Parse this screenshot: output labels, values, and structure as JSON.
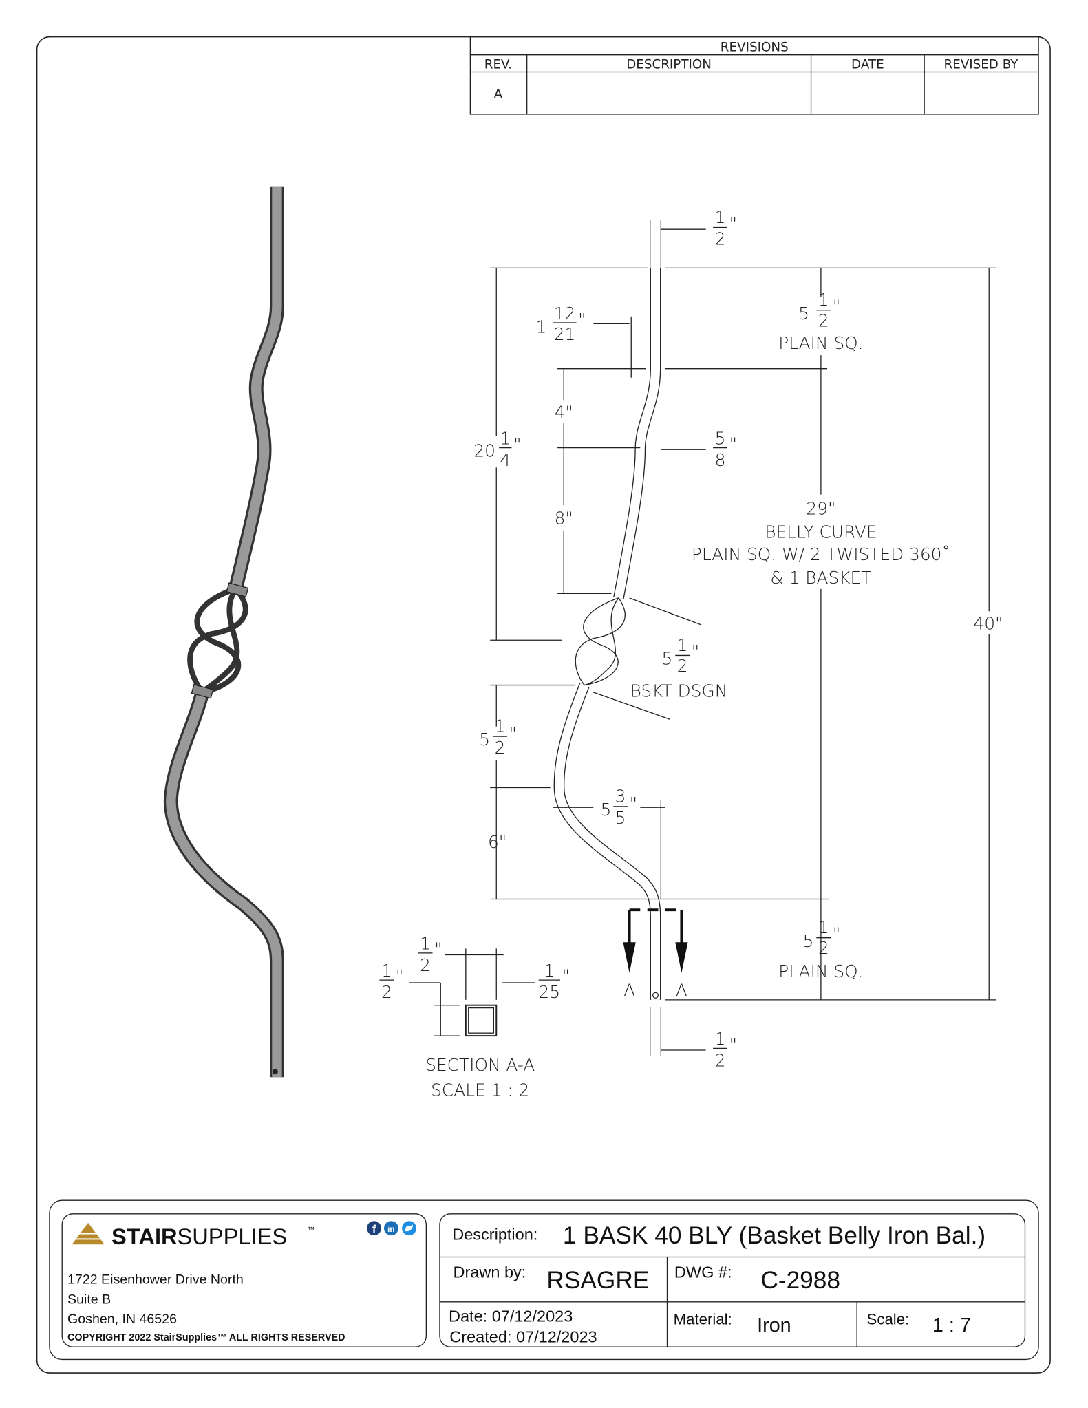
{
  "revisions": {
    "title": "REVISIONS",
    "headers": [
      "REV.",
      "DESCRIPTION",
      "DATE",
      "REVISED BY"
    ],
    "rows": [
      {
        "rev": "A",
        "description": "",
        "date": "",
        "revised_by": ""
      }
    ]
  },
  "dims": {
    "top_width": {
      "num": "1",
      "den": "2"
    },
    "top_plain": {
      "whole": "5",
      "num": "1",
      "den": "2",
      "label": "PLAIN SQ."
    },
    "offset_top": {
      "whole": "1",
      "num": "12",
      "den": "21"
    },
    "left_overall": {
      "whole": "20",
      "num": "1",
      "den": "4"
    },
    "seg_4": "4\"",
    "twist_width": {
      "num": "5",
      "den": "8"
    },
    "seg_8": "8\"",
    "belly": {
      "value": "29\"",
      "line1": "BELLY CURVE",
      "line2": "PLAIN SQ. W/ 2 TWISTED 360˚",
      "line3": "& 1 BASKET"
    },
    "overall": "40\"",
    "basket": {
      "whole": "5",
      "num": "1",
      "den": "2",
      "label": "BSKT DSGN"
    },
    "lower_seg": {
      "whole": "5",
      "num": "1",
      "den": "2"
    },
    "belly_offset": {
      "whole": "5",
      "num": "3",
      "den": "5"
    },
    "seg_6": "6\"",
    "bottom_plain": {
      "whole": "5",
      "num": "1",
      "den": "2",
      "label": "PLAIN SQ."
    },
    "bottom_width": {
      "num": "1",
      "den": "2"
    },
    "section_arrow_left": "A",
    "section_arrow_right": "A"
  },
  "section": {
    "top": {
      "num": "1",
      "den": "2"
    },
    "left": {
      "num": "1",
      "den": "2"
    },
    "wall": {
      "num": "1",
      "den": "25"
    },
    "title": "SECTION A-A",
    "scale": "SCALE 1 : 2"
  },
  "title_block": {
    "company": {
      "brand_bold": "STAIR",
      "brand_light": "SUPPLIES",
      "tm": "™",
      "address1": "1722 Eisenhower Drive North",
      "address2": "Suite B",
      "address3": "Goshen, IN 46526",
      "copyright": "COPYRIGHT 2022 StairSupplies™ ALL RIGHTS RESERVED",
      "social": [
        "facebook",
        "linkedin",
        "twitter"
      ]
    },
    "description_label": "Description:",
    "description": "1 BASK 40 BLY (Basket Belly Iron Bal.)",
    "drawn_by_label": "Drawn by:",
    "drawn_by": "RSAGRE",
    "dwg_label": "DWG #:",
    "dwg": "C-2988",
    "date": "Date: 07/12/2023",
    "created": "Created: 07/12/2023",
    "material_label": "Material:",
    "material": "Iron",
    "scale_label": "Scale:",
    "scale": "1 : 7",
    "colors": {
      "brand": "#b8892a",
      "social": "#1d6fb8"
    }
  }
}
